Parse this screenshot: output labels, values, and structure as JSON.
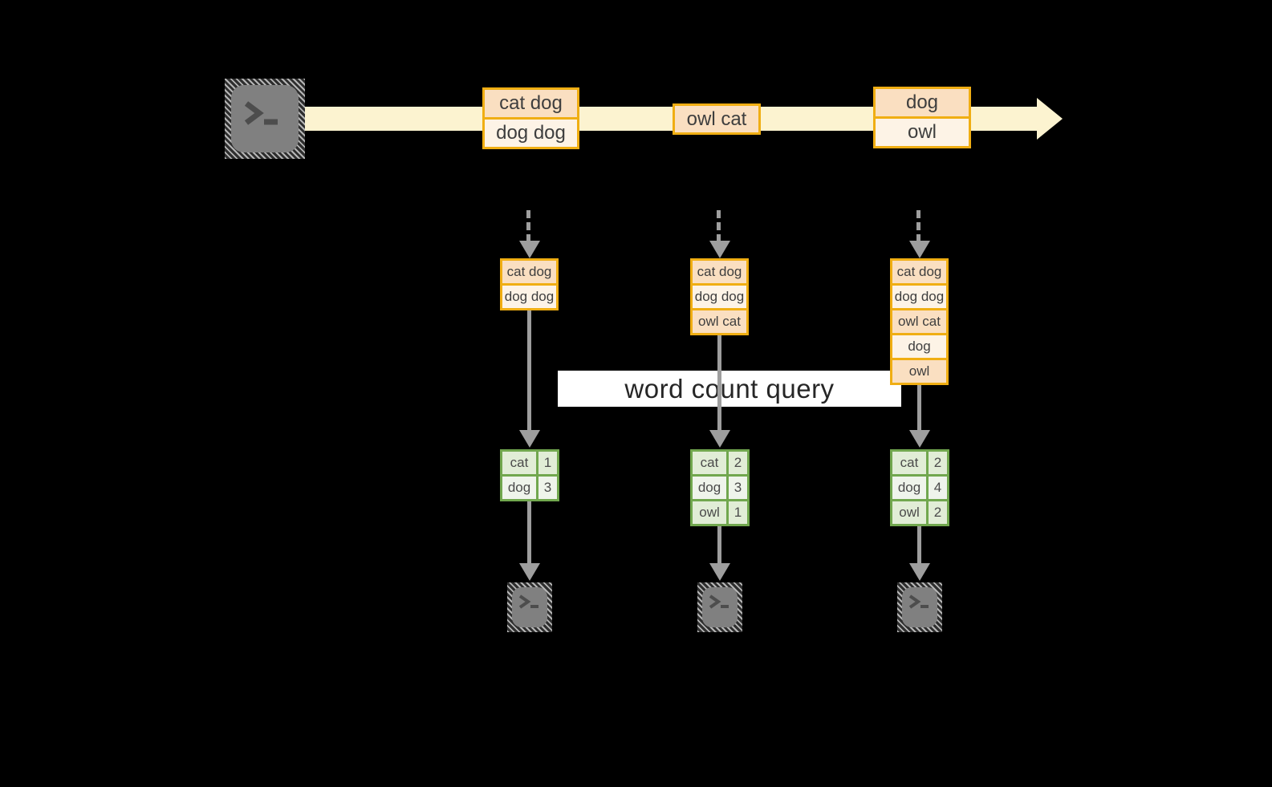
{
  "query": {
    "label": "word count query"
  },
  "stream": {
    "batches": [
      {
        "records": [
          "cat dog",
          "dog dog"
        ]
      },
      {
        "records": [
          "owl cat"
        ]
      },
      {
        "records": [
          "dog",
          "owl"
        ]
      }
    ]
  },
  "columns": [
    {
      "state": [
        "cat dog",
        "dog dog"
      ],
      "counts": [
        {
          "word": "cat",
          "value": "1"
        },
        {
          "word": "dog",
          "value": "3"
        }
      ]
    },
    {
      "state": [
        "cat dog",
        "dog dog",
        "owl cat"
      ],
      "counts": [
        {
          "word": "cat",
          "value": "2"
        },
        {
          "word": "dog",
          "value": "3"
        },
        {
          "word": "owl",
          "value": "1"
        }
      ]
    },
    {
      "state": [
        "cat dog",
        "dog dog",
        "owl cat",
        "dog",
        "owl"
      ],
      "counts": [
        {
          "word": "cat",
          "value": "2"
        },
        {
          "word": "dog",
          "value": "4"
        },
        {
          "word": "owl",
          "value": "2"
        }
      ]
    }
  ],
  "icons": {
    "terminal_prompt": ">_"
  },
  "colors": {
    "background": "#000000",
    "stream_band": "#fcf3d0",
    "record_border": "#f0ae13",
    "record_fill_dark": "#fadfc1",
    "record_fill_light": "#fdf3e6",
    "table_border": "#71a74e",
    "table_fill_dark": "#e1edd6",
    "table_fill_light": "#eff4eb",
    "connector_gray": "#9e9e9e",
    "terminal_gray": "#808080",
    "query_background": "#ffffff",
    "text_dark": "#3e3e3e"
  }
}
